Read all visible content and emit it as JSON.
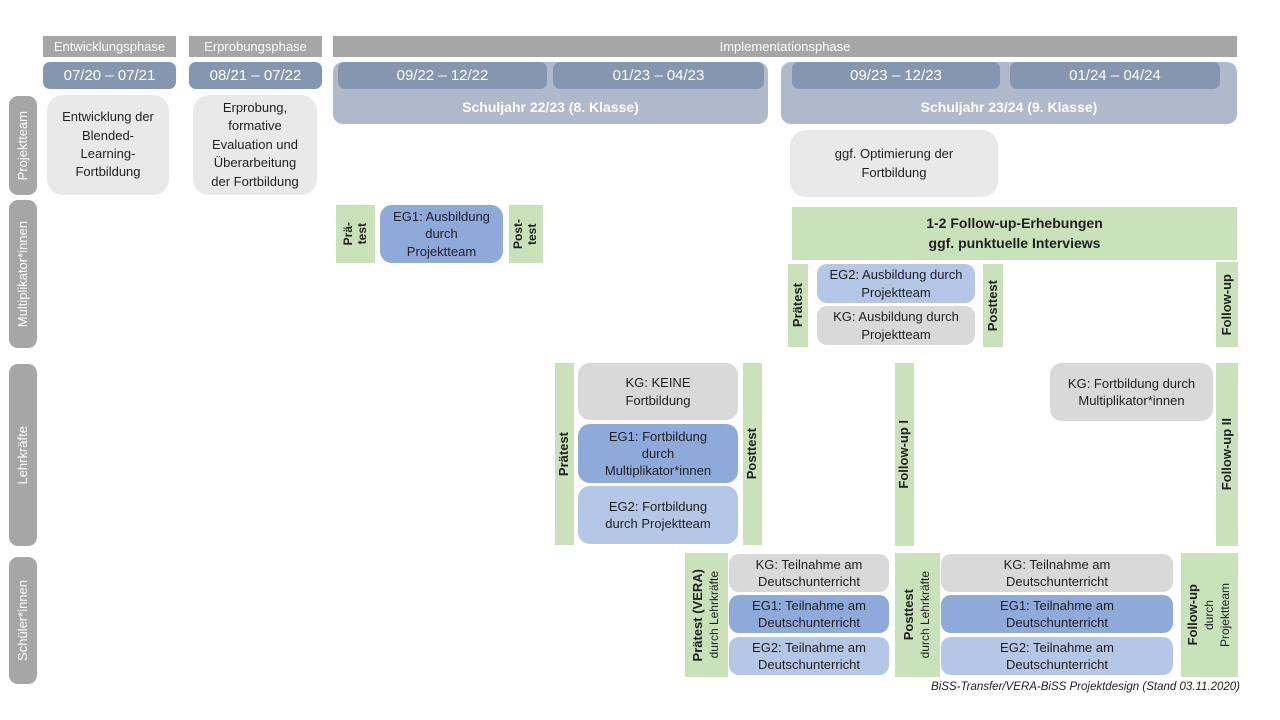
{
  "phases": {
    "p1": "Entwicklungsphase",
    "p2": "Erprobungsphase",
    "p3": "Implementationsphase"
  },
  "dates": {
    "d1": "07/20 – 07/21",
    "d2": "08/21 – 07/22",
    "d3": "09/22 – 12/22",
    "d4": "01/23 – 04/23",
    "d5": "09/23 – 12/23",
    "d6": "01/24 – 04/24"
  },
  "school_years": {
    "y1": "Schuljahr 22/23 (8. Klasse)",
    "y2": "Schuljahr 23/24 (9. Klasse)"
  },
  "row_labels": {
    "r1": "Projektteam",
    "r2": "Multiplikator*innen",
    "r3": "Lehrkräfte",
    "r4": "Schüler*innen"
  },
  "projektteam": {
    "entwicklung": "Entwicklung der\nBlended-\nLearning-\nFortbildung",
    "erprobung": "Erprobung,\nformative\nEvaluation und\nÜberarbeitung\nder Fortbildung",
    "optimierung": "ggf. Optimierung der\nFortbildung"
  },
  "multiplikatoren": {
    "praetest_split": "Prä-\ntest",
    "eg1": "EG1: Ausbildung\ndurch\nProjektteam",
    "posttest_split": "Post-\ntest",
    "followup_bar": "1-2 Follow-up-Erhebungen\nggf. punktuelle Interviews",
    "praetest": "Prätest",
    "eg2": "EG2: Ausbildung durch\nProjektteam",
    "kg": "KG: Ausbildung durch\nProjektteam",
    "posttest": "Posttest",
    "followup": "Follow-up"
  },
  "lehrkraefte": {
    "praetest": "Prätest",
    "kg": "KG: KEINE\nFortbildung",
    "eg1": "EG1: Fortbildung\ndurch\nMultiplikator*innen",
    "eg2": "EG2: Fortbildung\ndurch Projektteam",
    "posttest": "Posttest",
    "followup1": "Follow-up I",
    "kg2": "KG: Fortbildung durch\nMultiplikator*innen",
    "followup2": "Follow-up II"
  },
  "schueler": {
    "praetest_title": "Prätest (VERA)",
    "praetest_sub": "durch Lehrkräfte",
    "kg": "KG: Teilnahme am\nDeutschunterricht",
    "eg1": "EG1: Teilnahme am\nDeutschunterricht",
    "eg2": "EG2: Teilnahme am\nDeutschunterricht",
    "posttest_title": "Posttest",
    "posttest_sub": "durch Lehrkräfte",
    "followup_title": "Follow-up",
    "followup_sub1": "durch",
    "followup_sub2": "Projektteam"
  },
  "caption": "BiSS-Transfer/VERA-BiSS Projektdesign (Stand 03.11.2020)",
  "colors": {
    "phase_gray": "#A6A6A6",
    "date_blue": "#8496B0",
    "year_blue": "#AEBACB",
    "box_gray": "#EAE9E9",
    "green": "#C9E2BA",
    "blue_mid": "#8EAADB",
    "blue_light": "#B4C7E7",
    "kg_gray": "#D9D9D9",
    "text_dark": "#1F1F1F"
  }
}
